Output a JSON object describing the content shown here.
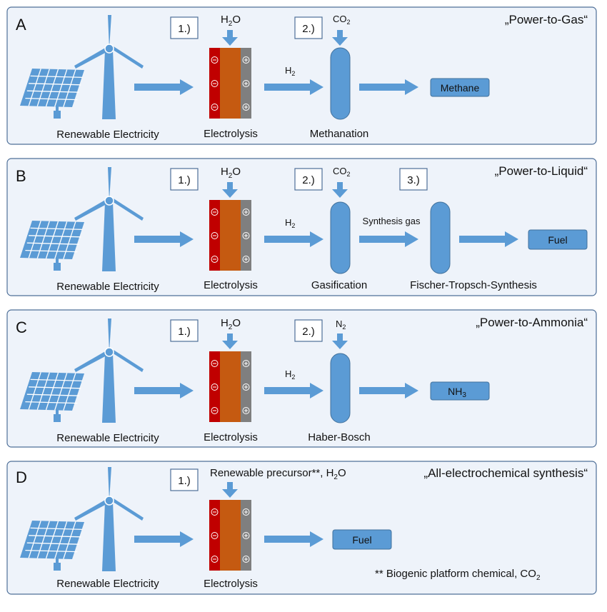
{
  "colors": {
    "panel_bg": "#eef3fa",
    "panel_border": "#4e6f98",
    "accent_blue": "#5b9bd5",
    "cathode_red": "#c00000",
    "membrane_orange": "#c55a11",
    "anode_gray": "#7f7f7f"
  },
  "icons": {
    "solar": "solar-panel-icon",
    "wind": "wind-turbine-icon",
    "cell": "electrolysis-cell-icon",
    "reactor": "reactor-vessel-icon",
    "minus": "minus-sign",
    "plus": "plus-sign"
  },
  "common": {
    "renewable": "Renewable Electricity",
    "electrolysis": "Electrolysis",
    "step1": "1.)",
    "step2": "2.)",
    "step3": "3.)",
    "h2": "H",
    "h2_sub": "2",
    "h2o_a": "H",
    "h2o_sub": "2",
    "h2o_b": "O"
  },
  "panels": {
    "A": {
      "letter": "A",
      "title": "„Power-to-Gas“",
      "feed": "CO",
      "feed_sub": "2",
      "reactor": "Methanation",
      "product": "Methane"
    },
    "B": {
      "letter": "B",
      "title": "„Power-to-Liquid“",
      "feed": "CO",
      "feed_sub": "2",
      "reactor": "Gasification",
      "intermediate": "Synthesis gas",
      "reactor2": "Fischer-Tropsch-Synthesis",
      "product": "Fuel"
    },
    "C": {
      "letter": "C",
      "title": "„Power-to-Ammonia“",
      "feed": "N",
      "feed_sub": "2",
      "reactor": "Haber-Bosch",
      "product": "NH",
      "product_sub": "3"
    },
    "D": {
      "letter": "D",
      "title": "„All-electrochemical synthesis“",
      "feed": "Renewable precursor**, H",
      "feed_sub": "2",
      "feed_end": "O",
      "product": "Fuel",
      "footnote": "** Biogenic platform chemical, CO",
      "footnote_sub": "2"
    }
  }
}
